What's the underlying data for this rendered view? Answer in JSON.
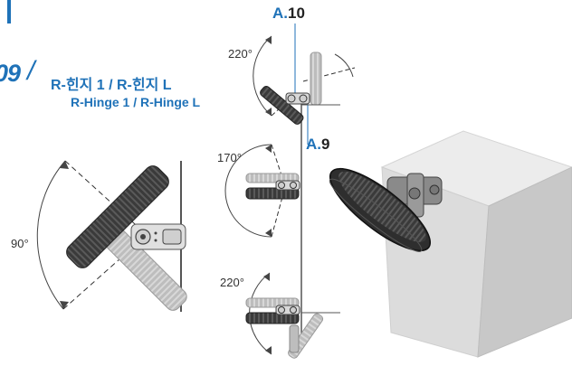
{
  "header": {
    "section_number": "09",
    "title_ko": "R-힌지 1 / R-힌지 L",
    "title_en": "R-Hinge 1 / R-Hinge L"
  },
  "callouts": {
    "a10": {
      "prefix": "A.",
      "number": "10"
    },
    "a9": {
      "prefix": "A.",
      "number": "9"
    }
  },
  "angles": {
    "left": "90°",
    "top": "220°",
    "middle": "170°",
    "bottom": "220°"
  },
  "colors": {
    "accent": "#1f72b8",
    "device_dark": "#3a3a3a",
    "device_light": "#bdbdbd",
    "cube_front": "#dcdcdc",
    "cube_top": "#ececec",
    "cube_side": "#c8c8c8"
  }
}
